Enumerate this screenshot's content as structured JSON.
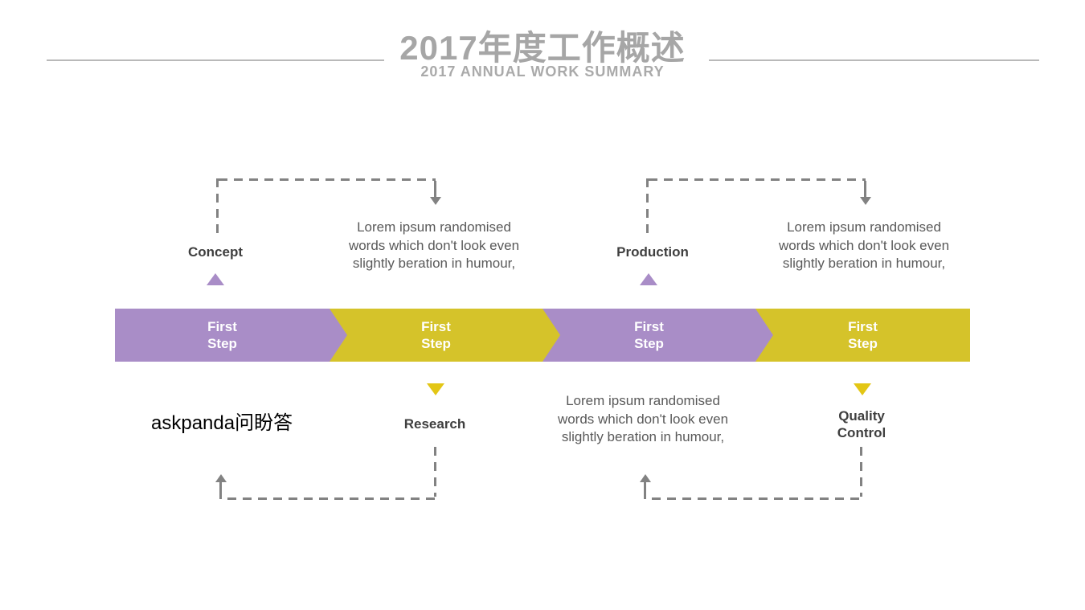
{
  "header": {
    "title": "2017年度工作概述",
    "subtitle": "2017 ANNUAL WORK SUMMARY"
  },
  "watermark": "askpanda问盼答",
  "colors": {
    "band_purple": "#a98dc7",
    "band_yellow": "#d5c32a",
    "triangle_yellow": "#e3c615",
    "title_gray": "#a6a6a6",
    "body_text_gray": "#595959",
    "connector_gray": "#828282",
    "step_label_white": "#ffffff"
  },
  "band": {
    "segments": [
      {
        "line1": "First",
        "line2": "Step",
        "color": "purple"
      },
      {
        "line1": "First",
        "line2": "Step",
        "color": "yellow"
      },
      {
        "line1": "First",
        "line2": "Step",
        "color": "purple"
      },
      {
        "line1": "First",
        "line2": "Step",
        "color": "yellow"
      }
    ]
  },
  "callouts": {
    "top_left": {
      "label": "Concept",
      "text": "Lorem ipsum randomised\nwords which don't look even\nslightly beration in humour,"
    },
    "top_right": {
      "label": "Production",
      "text": "Lorem ipsum randomised\nwords which don't look even\nslightly beration in humour,"
    },
    "bottom_left": {
      "label": "Research"
    },
    "bottom_right": {
      "label": "Quality Control",
      "text": "Lorem ipsum randomised\nwords which don't look even\nslightly beration in humour,"
    }
  }
}
